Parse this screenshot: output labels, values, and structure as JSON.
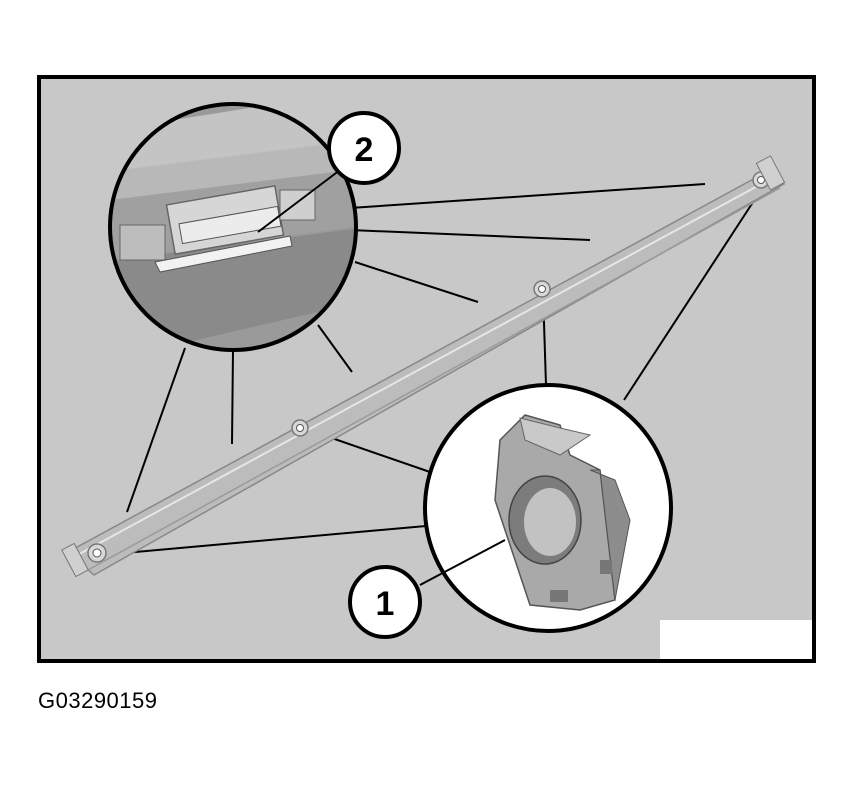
{
  "figure": {
    "id_label": "G03290159",
    "callouts": [
      {
        "number": "1",
        "refers_to": "clip-detail"
      },
      {
        "number": "2",
        "refers_to": "clip-slot-detail"
      }
    ]
  },
  "colors": {
    "panel_background": "#c8c8c8",
    "frame": "#000000",
    "rail": "#b9b9b9",
    "inset_background": "#9a9a9a"
  }
}
